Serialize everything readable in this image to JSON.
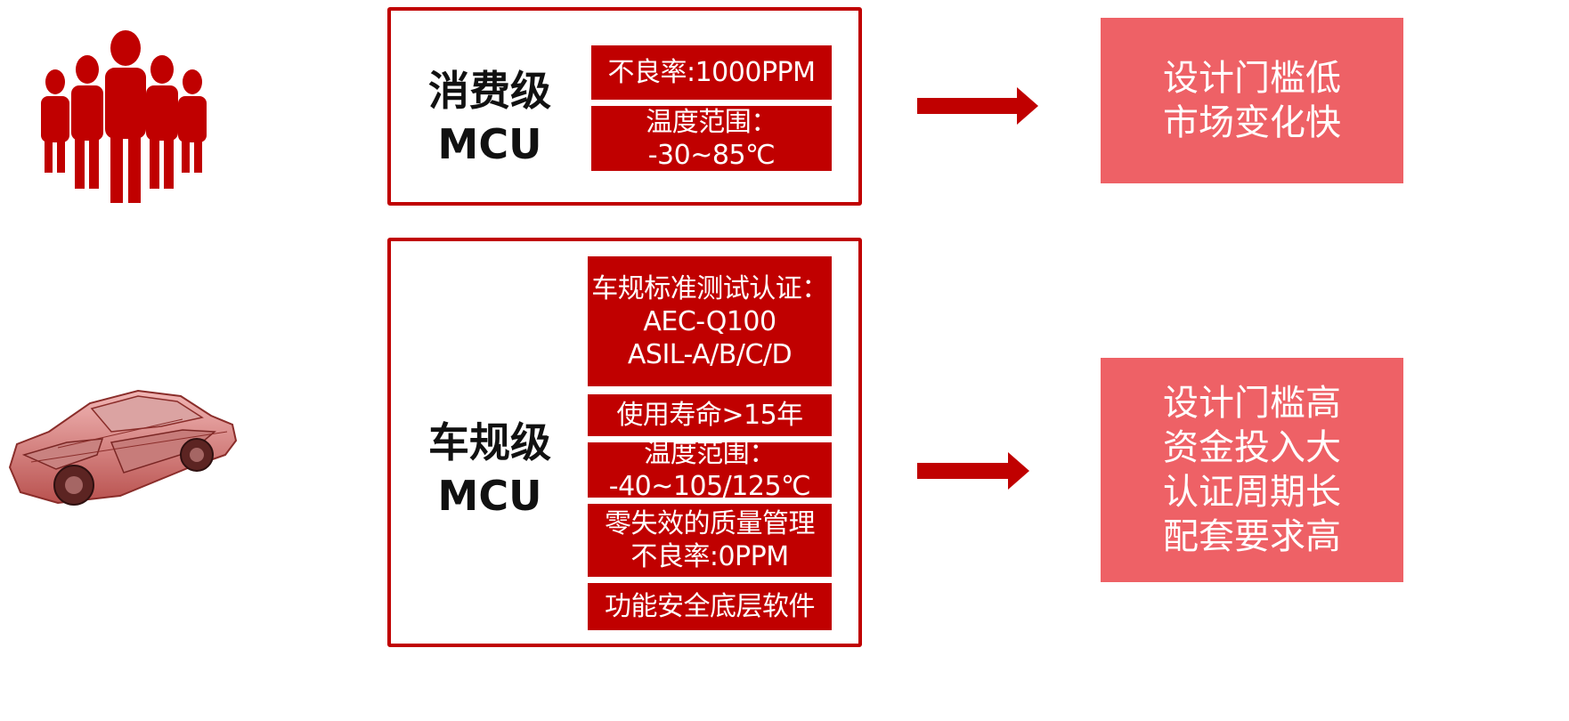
{
  "colors": {
    "accent": "#c00000",
    "result_bg": "#ee6166"
  },
  "icons": {
    "consumer": "people-group-icon",
    "automotive": "car-cutaway-icon"
  },
  "consumer": {
    "title_line1": "消费级",
    "title_line2": "MCU",
    "specs": [
      [
        "不良率:1000PPM"
      ],
      [
        "温度范围：",
        "-30~85℃"
      ]
    ],
    "result": [
      "设计门槛低",
      "市场变化快"
    ]
  },
  "automotive": {
    "title_line1": "车规级",
    "title_line2": "MCU",
    "specs": [
      [
        "车规标准测试认证：",
        "AEC-Q100",
        "ASIL-A/B/C/D"
      ],
      [
        "使用寿命>15年"
      ],
      [
        "温度范围：",
        "-40~105/125℃"
      ],
      [
        "零失效的质量管理",
        "不良率:0PPM"
      ],
      [
        "功能安全底层软件"
      ]
    ],
    "result": [
      "设计门槛高",
      "资金投入大",
      "认证周期长",
      "配套要求高"
    ]
  }
}
